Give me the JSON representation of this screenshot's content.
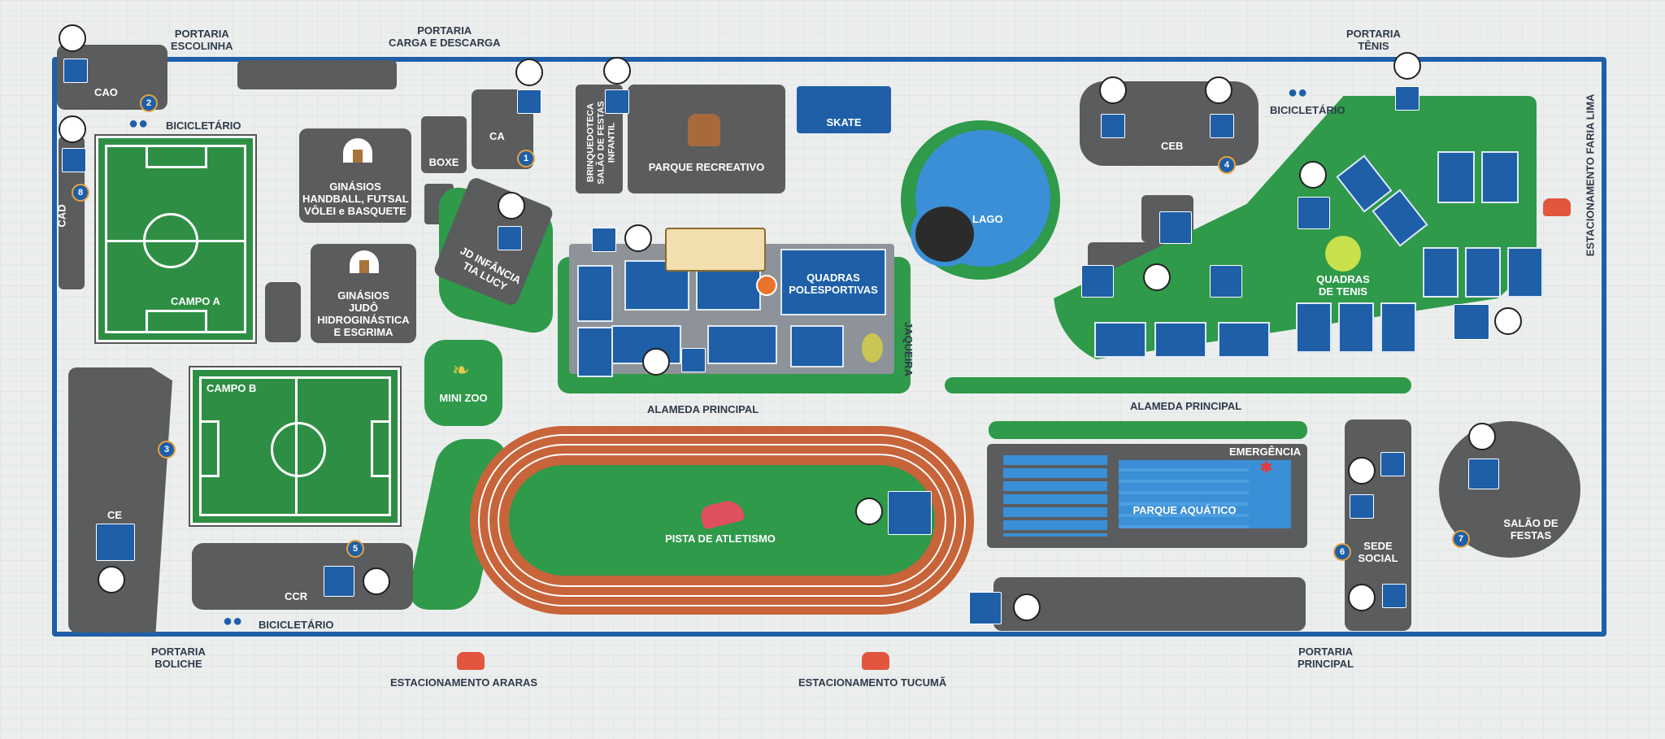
{
  "title": "",
  "gates": {
    "escolinha": "PORTARIA\nESCOLINHA",
    "carga": "PORTARIA\nCARGA E DESCARGA",
    "tenis": "PORTARIA\nTÊNIS",
    "boliche": "PORTARIA\nBOLICHE",
    "principal": "PORTARIA\nPRINCIPAL"
  },
  "parking": {
    "faria_lima": "ESTACIONAMENTO FARIA LIMA",
    "araras": "ESTACIONAMENTO ARARAS",
    "tucuma": "ESTACIONAMENTO TUCUMÃ"
  },
  "bike": {
    "label_top_left": "BICICLETÁRIO",
    "label_top_right": "BICICLETÁRIO",
    "label_bottom": "BICICLETÁRIO"
  },
  "places": {
    "cao": "CAO",
    "cad": "CAD",
    "campo_a": "CAMPO A",
    "campo_b": "CAMPO B",
    "ginasios_1": "GINÁSIOS\nHANDBALL, FUTSAL\nVÔLEI e BASQUETE",
    "ginasios_2": "GINÁSIOS\nJUDÔ\nHIDROGINÁSTICA\nE ESGRIMA",
    "boxe": "BOXE",
    "ca": "CA",
    "jd_infancia": "JD INFÂNCIA\nTIA LUCY",
    "brinquedoteca": "BRINQUEDOTECA\nSALÃO DE FESTAS\nINFANTIL",
    "parque_recreativo": "PARQUE RECREATIVO",
    "skate": "SKATE",
    "lago": "LAGO",
    "quadras_poli": "QUADRAS\nPOLESPORTIVAS",
    "jaqueira": "JAQUEIRA",
    "mini_zoo": "MINI ZOO",
    "ceb": "CEB",
    "quadras_tenis": "QUADRAS\nDE TENIS",
    "alameda_1": "ALAMEDA PRINCIPAL",
    "alameda_2": "ALAMEDA PRINCIPAL",
    "pista": "PISTA DE ATLETISMO",
    "emergencia": "EMERGÊNCIA",
    "parque_aquatico": "PARQUE AQUÁTICO",
    "ce": "CE",
    "ccr": "CCR",
    "sede_social": "SEDE\nSOCIAL",
    "salao_festas": "SALÃO DE\nFESTAS"
  },
  "numbers": [
    "1",
    "2",
    "3",
    "4",
    "5",
    "6",
    "7",
    "8"
  ],
  "colors": {
    "border": "#1e5fa8",
    "building": "#5a5c5e",
    "grass": "#2e9a4a",
    "court": "#1e5fa8",
    "track": "#c8643a",
    "water": "#3b8fd6"
  },
  "icons": {
    "wheelchair": "wheelchair-icon",
    "accessibility": "accessibility-icon",
    "bike": "bicycle-icon",
    "car": "car-icon"
  }
}
